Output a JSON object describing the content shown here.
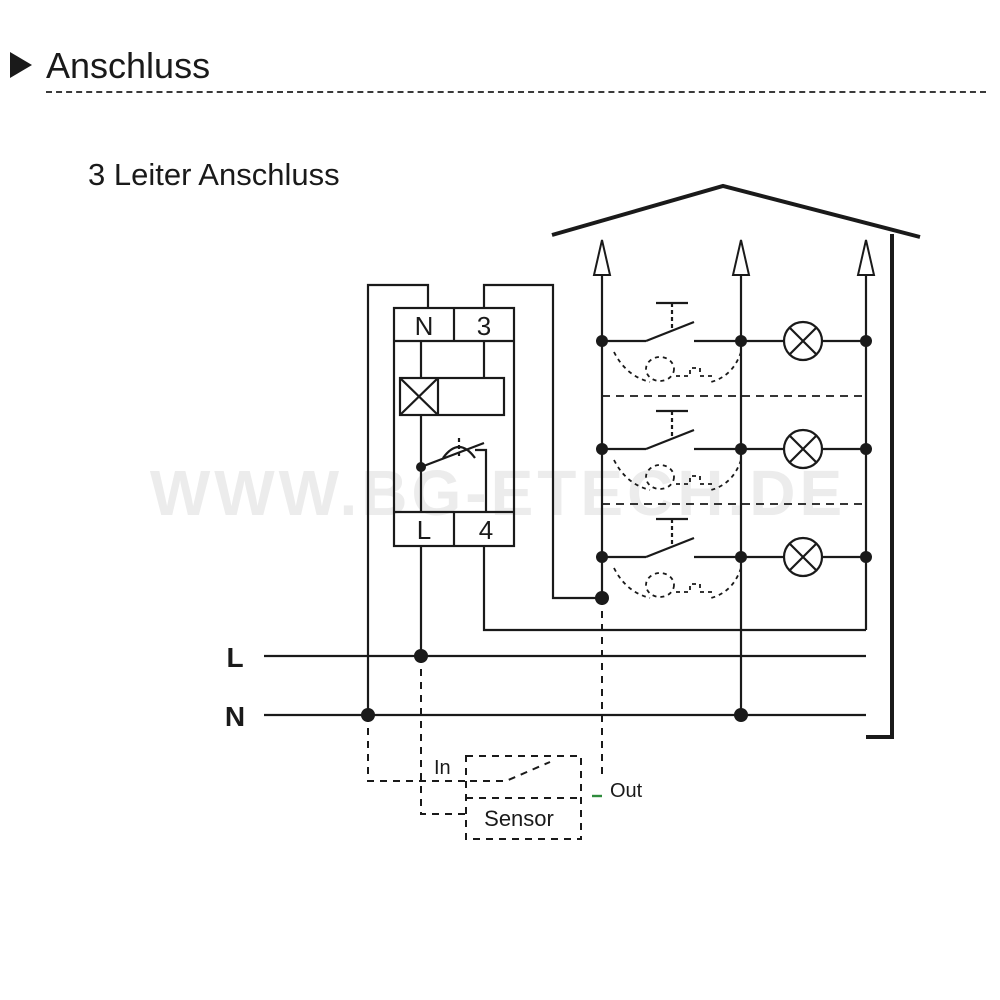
{
  "header": {
    "title": "Anschluss"
  },
  "subtitle": "3 Leiter Anschluss",
  "watermark": "WWW.BG-ETECH.DE",
  "device": {
    "terminals_top": [
      "N",
      "3"
    ],
    "terminals_bottom": [
      "L",
      "4"
    ]
  },
  "lines": {
    "live": "L",
    "neutral": "N"
  },
  "sensor": {
    "label": "Sensor",
    "in_label": "In",
    "out_label": "Out"
  },
  "colors": {
    "ink": "#1a1a1a",
    "watermark": "#ececec",
    "out_marker": "#2e8b3c"
  }
}
